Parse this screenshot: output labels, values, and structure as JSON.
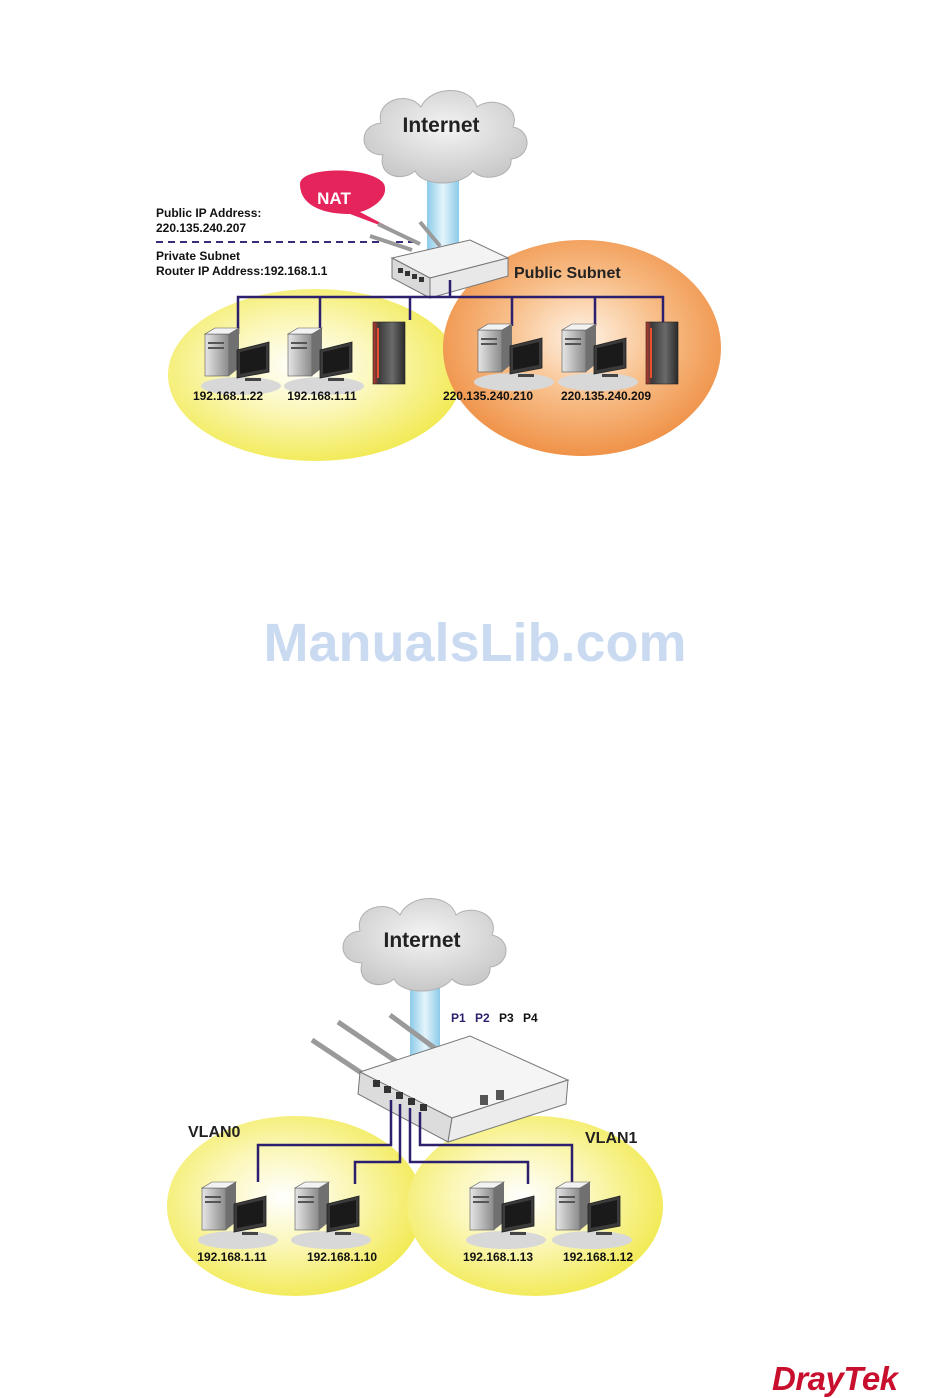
{
  "diagram1": {
    "internet_label": "Internet",
    "nat_label": "NAT",
    "public_ip_label": "Public IP Address:",
    "public_ip_value": "220.135.240.207",
    "private_subnet_label": "Private Subnet",
    "router_ip_label": "Router IP Address:192.168.1.1",
    "public_subnet_label": "Public Subnet",
    "hosts": [
      "192.168.1.22",
      "192.168.1.11",
      "220.135.240.210",
      "220.135.240.209"
    ]
  },
  "watermark": "ManualsLib.com",
  "diagram2": {
    "internet_label": "Internet",
    "ports": [
      "P1",
      "P2",
      "P3",
      "P4"
    ],
    "vlan0_label": "VLAN0",
    "vlan1_label": "VLAN1",
    "hosts": [
      "192.168.1.11",
      "192.168.1.10",
      "192.168.1.13",
      "192.168.1.12"
    ]
  },
  "brand": "DrayTek",
  "colors": {
    "private_zone": "#f5ef5a",
    "public_zone": "#f29a4a",
    "link": "#2b1f6e",
    "nat_bubble": "#e6245c",
    "uplink": "#a9d8f0"
  }
}
